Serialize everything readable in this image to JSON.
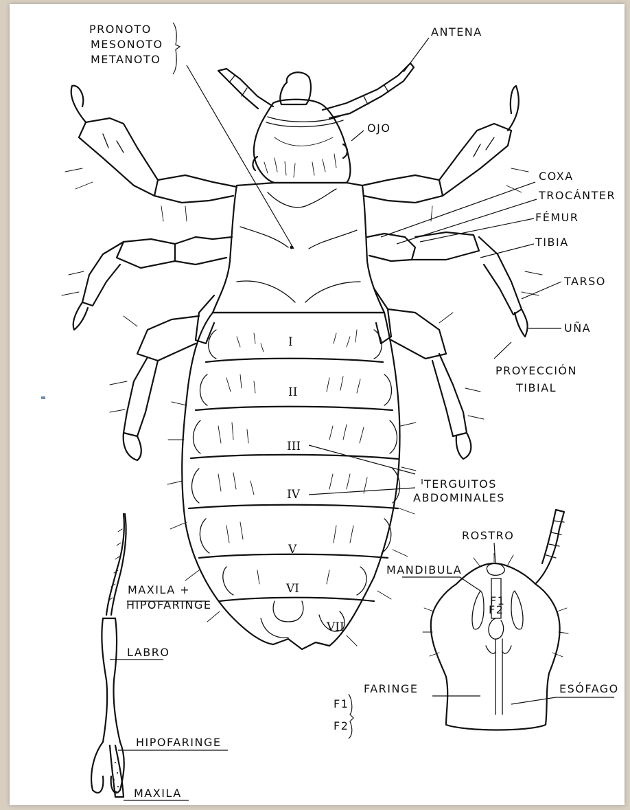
{
  "labels": {
    "pronoto": "PRONOTO",
    "mesonoto": "MESONOTO",
    "metanoto": "METANOTO",
    "antena": "ANTENA",
    "ojo": "OJO",
    "coxa": "COXA",
    "trocanter": "TROCÁNTER",
    "femur": "FÉMUR",
    "tibia": "TIBIA",
    "tarso": "TARSO",
    "una": "UÑA",
    "proyeccion": "PROYECCIÓN",
    "tibial": "TIBIAL",
    "terguitos": "TERGUITOS",
    "abdominales": "ABDOMINALES",
    "rostro": "ROSTRO",
    "mandibula": "MANDIBULA",
    "maxila_hipofaringe_1": "MAXILA +",
    "maxila_hipofaringe_2": "HIPOFARINGE",
    "labro": "LABRO",
    "hipofaringe": "HIPOFARINGE",
    "maxila": "MAXILA",
    "f1": "F1",
    "f2": "F2",
    "faringe": "FARINGE",
    "esofago": "ESÓFAGO",
    "f1_inner": "F1",
    "f2_inner": "F2"
  },
  "segments": [
    "I",
    "II",
    "III",
    "IV",
    "V",
    "VI",
    "VII"
  ],
  "colors": {
    "ink": "#111111",
    "paper": "#ffffff",
    "border": "#d8cfc1"
  }
}
